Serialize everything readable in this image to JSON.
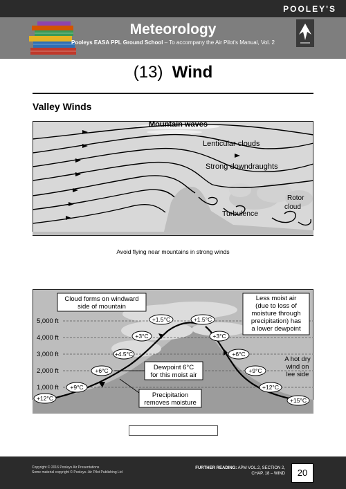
{
  "header": {
    "brand": "POOLEY'S",
    "subject": "Meteorology",
    "subtitle_bold": "Pooleys EASA PPL Ground School",
    "subtitle_rest": " – To accompany the Air Pilot's Manual, Vol. 2"
  },
  "page": {
    "number_label": "(13)",
    "title_word": "Wind",
    "section": "Valley Winds",
    "page_number": "20"
  },
  "figure1": {
    "mountain_waves": "Mountain waves",
    "lenticular": "Lenticular clouds",
    "downdraughts": "Strong downdraughts",
    "rotor1": "Rotor",
    "rotor2": "cloud",
    "turbulence": "Turbulence",
    "caption": "Avoid flying near mountains in strong winds"
  },
  "figure2": {
    "levels": [
      "5,000 ft",
      "4,000 ft",
      "3,000 ft",
      "2,000 ft",
      "1,000 ft"
    ],
    "cloud_note": [
      "Cloud forms on windward",
      "side of mountain"
    ],
    "moist_note": [
      "Less moist air",
      "(due to loss of",
      "moisture through",
      "precipitation) has",
      "a lower dewpoint"
    ],
    "dry_note": [
      "A hot dry",
      "wind on",
      "lee side"
    ],
    "dewpoint_note": [
      "Dewpoint 6°C",
      "for this moist air"
    ],
    "precip_note": [
      "Precipitation",
      "removes moisture"
    ],
    "temps": {
      "t1": "+12°C",
      "t2": "+9°C",
      "t3": "+6°C",
      "t4": "+4.5°C",
      "t5": "+3°C",
      "t6": "+1.5°C",
      "t7": "+1.5°C",
      "t8": "+3°C",
      "t9": "+6°C",
      "t10": "+9°C",
      "t11": "+12°C",
      "t12": "+15°C"
    }
  },
  "footer": {
    "copy1": "Copyright © 2016 Pooleys Air Presentations",
    "copy2": "Some material copyright © Pooleys–Air Pilot Publishing Ltd",
    "further_bold": "FURTHER READING:",
    "further_rest": " APM VOL.2, SECTION 2,",
    "further_line2": "CHAP. 18 – WIND"
  }
}
